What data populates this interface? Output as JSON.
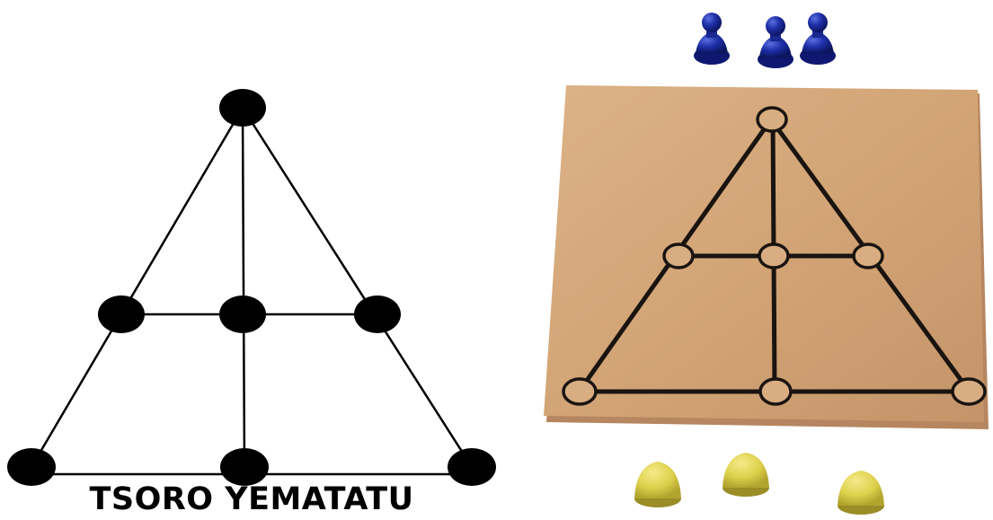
{
  "game": {
    "title": "TSORO YEMATATU"
  },
  "diagram": {
    "node_color": "#000000",
    "line_color": "#000000"
  },
  "photo": {
    "board_color": "#d4a679",
    "line_color": "#1a1410",
    "player_one": {
      "piece": "blue-pawn",
      "color": "#1f2fa8",
      "count": 3
    },
    "player_two": {
      "piece": "yellow-dome",
      "color": "#e0d24a",
      "count": 3
    }
  }
}
